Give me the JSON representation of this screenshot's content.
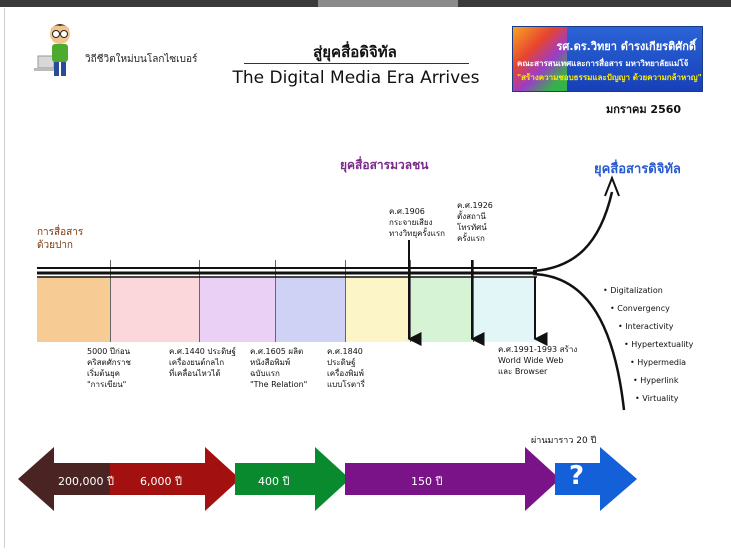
{
  "header": {
    "blog_name": "วิถีชีวิตใหม่บนโลกไซเบอร์",
    "title_th": "สู่ยุคสื่อดิจิทัล",
    "title_en": "The Digital Media Era Arrives",
    "date": "มกราคม 2560"
  },
  "author_card": {
    "name": "รศ.ดร.วิทยา ดำรงเกียรติศักดิ์",
    "faculty": "คณะสารสนเทศและการสื่อสาร มหาวิทยาลัยแม่โจ้",
    "slogan": "\"สร้างความชอบธรรมและปัญญา ด้วยความกล้าหาญ\""
  },
  "eras": {
    "oral": "การสื่อสาร\nด้วยปาก",
    "mass": "ยุคสื่อสารมวลชน",
    "digital": "ยุคสื่อสารดิจิทัล"
  },
  "events_top": [
    "ค.ศ.1906\nกระจายเสียง\nทางวิทยุครั้งแรก",
    "ค.ศ.1926\nตั้งสถานี\nโทรทัศน์\nครั้งแรก"
  ],
  "events_bottom": [
    "5000 ปีก่อน\nคริสตศักราช\nเริ่มต้นยุค\n\"การเขียน\"",
    "ค.ศ.1440 ประดิษฐ์\nเครื่องยนต์กลไก\nที่เคลื่อนไหวได้",
    "ค.ศ.1605 ผลิต\nหนังสือพิมพ์\nฉบับแรก\n\"The Relation\"",
    "ค.ศ.1840\nประดิษฐ์\nเครื่องพิมพ์\nแบบโรตารี่",
    "ค.ศ.1991-1993 สร้าง\nWorld Wide Web\nและ Browser"
  ],
  "digital_features": [
    "Digitalization",
    "Convergency",
    "Interactivity",
    "Hypertextuality",
    "Hypermedia",
    "Hyperlink",
    "Virtuality"
  ],
  "durations": [
    "200,000 ปี",
    "6,000 ปี",
    "400 ปี",
    "150 ปี",
    "ผ่านมาราว 20 ปี",
    "?"
  ],
  "colors": {
    "dur_brown": "#4a2323",
    "dur_red": "#a31010",
    "dur_green": "#0a8a2e",
    "dur_purple": "#7a1288",
    "dur_blue": "#1460d8",
    "era_mass": "#7a2a8a",
    "era_digital": "#2a5ad0"
  }
}
